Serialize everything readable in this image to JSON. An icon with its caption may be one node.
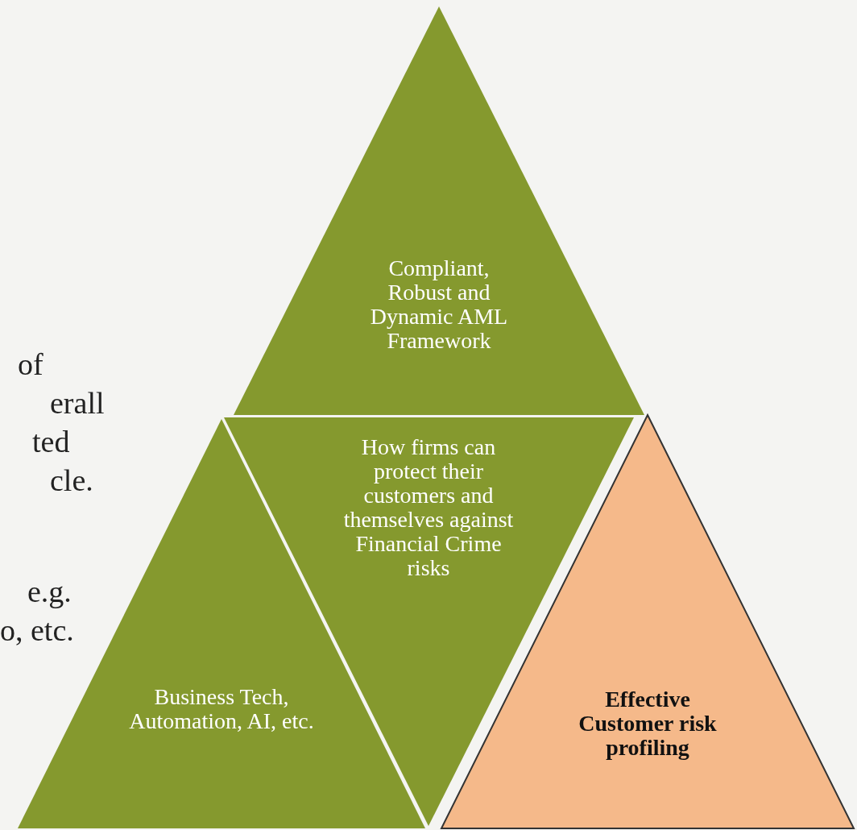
{
  "diagram": {
    "nodes": [
      {
        "text": [
          "Compliant, Robust and Dynamic AML Framework"
        ]
      },
      {
        "text": [
          "How firms can protect their customers and themselves against Financial Crime risks"
        ]
      },
      {
        "text": [
          "Business Tech, Automation, AI, etc."
        ]
      },
      {
        "text": [
          "Effective Customer risk profiling"
        ]
      }
    ],
    "labels": [
      "of",
      "erall",
      "ted",
      "cle.",
      "e.g.",
      "o, etc."
    ]
  }
}
